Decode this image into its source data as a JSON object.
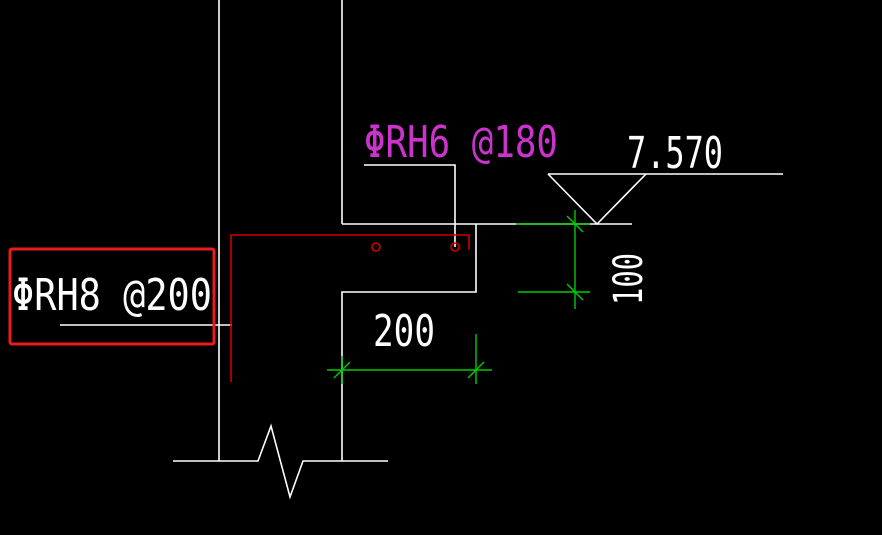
{
  "labels": {
    "rebar_main": "ΦRH8 @200",
    "rebar_secondary": "ΦRH6 @180",
    "elevation": "7.570",
    "dim_horizontal": "200",
    "dim_vertical": "100"
  },
  "colors": {
    "background": "#000000",
    "outline": "#ffffff",
    "rebar": "#cc0000",
    "dimension": "#00cc00",
    "annotation": "#cc33cc",
    "highlight": "#e81c1c"
  }
}
